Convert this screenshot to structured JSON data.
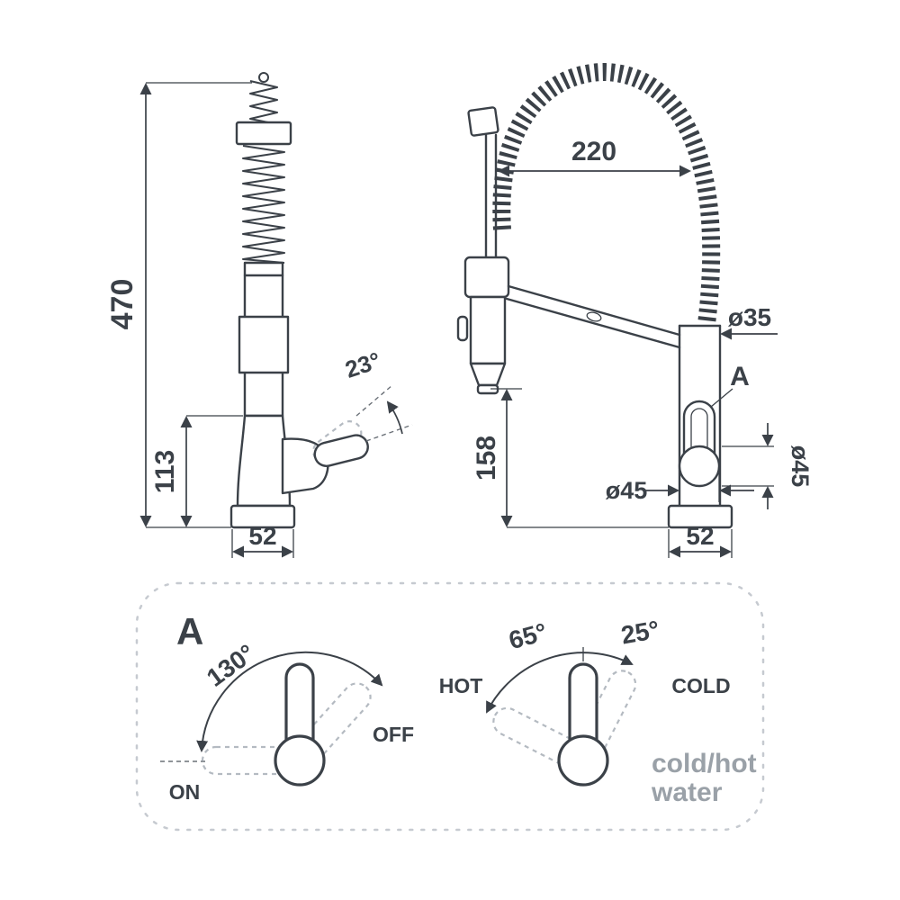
{
  "left_view": {
    "dim_total_height": "470",
    "dim_spout_height": "113",
    "dim_base_width": "52",
    "handle_angle": "23°"
  },
  "right_view": {
    "dim_reach": "220",
    "dim_body_diameter": "ø35",
    "dim_spray_height": "158",
    "dim_handle_diameter": "ø45",
    "dim_base_diameter": "ø45",
    "dim_base_width": "52",
    "detail_marker": "A"
  },
  "detail_panel": {
    "marker": "A",
    "onoff": {
      "rotation_angle": "130°",
      "on_label": "ON",
      "off_label": "OFF"
    },
    "mixing": {
      "hot_angle": "65°",
      "cold_angle": "25°",
      "hot_label": "HOT",
      "cold_label": "COLD",
      "caption_line1": "cold/hot",
      "caption_line2": "water"
    }
  }
}
